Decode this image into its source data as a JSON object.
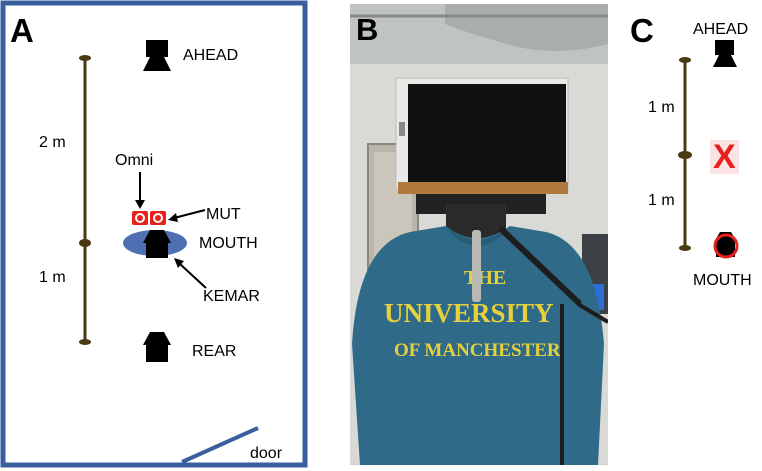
{
  "panel_a": {
    "letter": "A",
    "label_2m": "2 m",
    "label_1m": "1 m",
    "label_ahead": "AHEAD",
    "label_omni": "Omni",
    "label_mut": "MUT",
    "label_mouth": "MOUTH",
    "label_kemar": "KEMAR",
    "label_rear": "REAR",
    "label_door": "door",
    "colors": {
      "border": "#3a5f9e",
      "rod": "#4a3a12",
      "mic": "#e8201c",
      "mouth_ellipse": "#4f6fb3",
      "door": "#3a5f9e"
    }
  },
  "panel_b": {
    "letter": "B",
    "shirt_line1": "THE",
    "shirt_line2": "UNIVERSITY",
    "shirt_line3": "OF MANCHESTER",
    "colors": {
      "shirt": "#2f6b88",
      "shirt_text": "#e6d03c",
      "speaker": "#111111",
      "wood": "#b07a3e"
    }
  },
  "panel_c": {
    "letter": "C",
    "label_ahead": "AHEAD",
    "label_1m_top": "1 m",
    "label_x": "X",
    "label_1m_bottom": "1 m",
    "label_mouth": "MOUTH",
    "colors": {
      "rod": "#4a3a12",
      "x": "#e8201c",
      "x_bg": "#fbe3e3",
      "ring": "#e8201c"
    }
  }
}
